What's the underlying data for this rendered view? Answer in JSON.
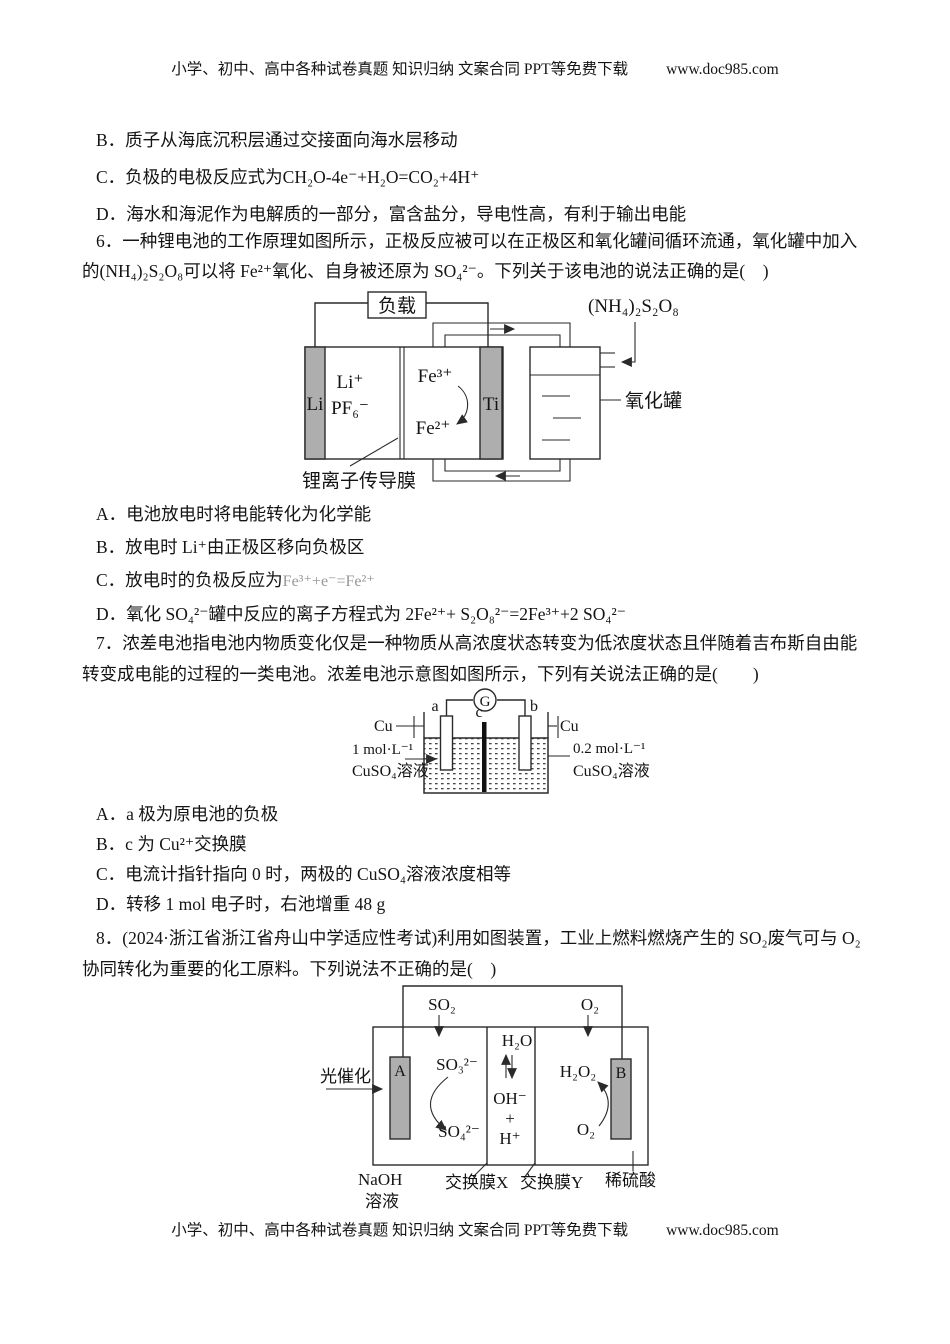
{
  "page": {
    "header_text": "小学、初中、高中各种试卷真题 知识归纳 文案合同 PPT等免费下载",
    "header_url": "www.doc985.com",
    "footer_text": "小学、初中、高中各种试卷真题 知识归纳 文案合同 PPT等免费下载",
    "footer_url": "www.doc985.com"
  },
  "q5_options": {
    "b": "B．质子从海底沉积层通过交接面向海水层移动",
    "c": "C．负极的电极反应式为CH₂O-4e⁻+H₂O=CO₂+4H⁺",
    "d": "D．海水和海泥作为电解质的一部分，富含盐分，导电性高，有利于输出电能"
  },
  "q6": {
    "lines": [
      "6．一种锂电池的工作原理如图所示，正极反应被可以在正极区和氧化罐间循环流通，氧化罐中加入",
      "的(NH₄)₂S₂O₈可以将 Fe²⁺氧化、自身被还原为 SO₄²⁻。下列关于该电池的说法正确的是(　)"
    ],
    "diagram": {
      "load": "负载",
      "anode": "Li",
      "cathode": "Ti",
      "cation": "Li⁺",
      "anion": "PF₆⁻",
      "fe3": "Fe³⁺",
      "fe2": "Fe²⁺",
      "oxidant": "(NH₄)₂S₂O₈",
      "tank": "氧化罐",
      "membrane": "锂离子传导膜"
    },
    "options": {
      "a": "A．电池放电时将电能转化为化学能",
      "b": "B．放电时 Li⁺由正极区移向负极区",
      "c_pre": "C．放电时的负极反应为",
      "c_formula": "Fe³⁺+e⁻=Fe²⁺",
      "d": "D．氧化 SO₄²⁻罐中反应的离子方程式为 2Fe²⁺+ S₂O₈²⁻=2Fe³⁺+2 SO₄²⁻"
    }
  },
  "q7": {
    "lines": [
      "7．浓差电池指电池内物质变化仅是一种物质从高浓度状态转变为低浓度状态且伴随着吉布斯自由能",
      "转变成电能的过程的一类电池。浓差电池示意图如图所示，下列有关说法正确的是(　　)"
    ],
    "diagram": {
      "galvanometer": "G",
      "electrode_a": "a",
      "electrode_b": "b",
      "membrane_c": "c",
      "cu_left": "Cu",
      "cu_right": "Cu",
      "conc_left": "1 mol·L⁻¹",
      "conc_right": "0.2 mol·L⁻¹",
      "solution_left": "CuSO₄溶液",
      "solution_right": "CuSO₄溶液"
    },
    "options": {
      "a": "A．a 极为原电池的负极",
      "b": "B．c 为 Cu²⁺交换膜",
      "c": "C．电流计指针指向 0 时，两极的 CuSO₄溶液浓度相等",
      "d": "D．转移 1 mol 电子时，右池增重 48 g"
    }
  },
  "q8": {
    "lines": [
      "8．(2024·浙江省浙江省舟山中学适应性考试)利用如图装置，工业上燃料燃烧产生的 SO₂废气可与 O₂",
      "协同转化为重要的化工原料。下列说法不正确的是(　)"
    ],
    "diagram": {
      "so2_in": "SO₂",
      "o2_in": "O₂",
      "photocatalysis": "光催化",
      "electrode_a": "A",
      "electrode_b": "B",
      "so3": "SO₃²⁻",
      "so4": "SO₄²⁻",
      "h2o": "H₂O",
      "oh": "OH⁻",
      "plus": "+",
      "h": "H⁺",
      "h2o2": "H₂O₂",
      "o2_right": "O₂",
      "naoh_1": "NaOH",
      "naoh_2": "溶液",
      "membrane_x": "交换膜X",
      "membrane_y": "交换膜Y",
      "acid": "稀硫酸"
    }
  }
}
